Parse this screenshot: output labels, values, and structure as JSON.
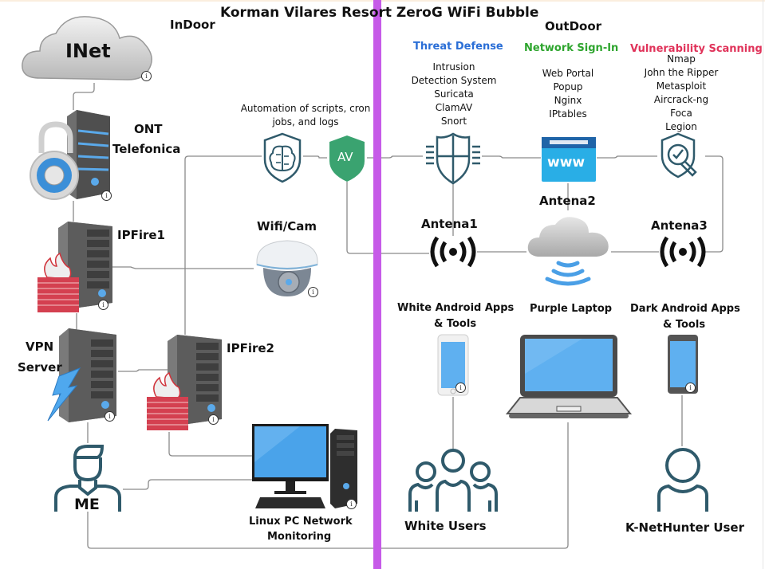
{
  "title": "Korman Vilares Resort ZeroG WiFi Bubble",
  "zones": {
    "indoor": "InDoor",
    "outdoor": "OutDoor"
  },
  "colors": {
    "divider": "#c65ae8",
    "threat_defense": "#2a6ed6",
    "network_signin": "#2ea52e",
    "vuln_scanning": "#e0335a",
    "icon_stroke": "#2f5a6b",
    "av_shield": "#3aa370",
    "www_box": "#29aee6",
    "wire": "#8a8a8a"
  },
  "indoor": {
    "inet": {
      "label": "INet",
      "icon": "cloud-icon"
    },
    "ont": {
      "label_line1": "ONT",
      "label_line2": "Telefonica",
      "icon": "server-lock-icon"
    },
    "ipfire1": {
      "label": "IPFire1",
      "icon": "server-firewall-icon"
    },
    "vpn": {
      "label_line1": "VPN",
      "label_line2": "Server",
      "icon": "server-lightning-icon"
    },
    "ipfire2": {
      "label": "IPFire2",
      "icon": "server-firewall-icon"
    },
    "automation": {
      "label": "Automation of scripts, cron jobs, and logs",
      "icon": "brain-shield-icon"
    },
    "av": {
      "label": "AV",
      "icon": "av-shield-icon"
    },
    "wificam": {
      "label": "Wifi/Cam",
      "icon": "dome-camera-icon"
    },
    "me": {
      "label": "ME",
      "icon": "user-icon"
    },
    "linux_pc": {
      "label_line1": "Linux PC Network",
      "label_line2": "Monitoring",
      "icon": "desktop-pc-icon"
    }
  },
  "outdoor": {
    "threat_defense": {
      "title": "Threat Defense",
      "items": [
        "Intrusion",
        "Detection System",
        "Suricata",
        "ClamAV",
        "Snort"
      ],
      "icon": "firewall-shield-icon"
    },
    "network_signin": {
      "title": "Network Sign-In",
      "items": [
        "Web Portal",
        "Popup",
        "Nginx",
        "IPtables"
      ],
      "icon": "www-browser-icon",
      "icon_text": "www"
    },
    "vuln_scanning": {
      "title": "Vulnerability Scanning",
      "items": [
        "Nmap",
        "John the Ripper",
        "Metasploit",
        "Aircrack-ng",
        "Foca",
        "Legion"
      ],
      "icon": "shield-search-icon"
    },
    "antena1": {
      "label": "Antena1",
      "icon": "broadcast-icon"
    },
    "antena2": {
      "label": "Antena2",
      "icon": "cloud-wifi-icon"
    },
    "antena3": {
      "label": "Antena3",
      "icon": "broadcast-icon"
    },
    "white_android": {
      "label_line1": "White Android Apps",
      "label_line2": "& Tools",
      "icon": "white-phone-icon"
    },
    "purple_laptop": {
      "label": "Purple Laptop",
      "icon": "laptop-icon"
    },
    "dark_android": {
      "label_line1": "Dark Android Apps",
      "label_line2": "& Tools",
      "icon": "dark-phone-icon"
    },
    "white_users": {
      "label": "White Users",
      "icon": "users-group-icon"
    },
    "knethunter": {
      "label": "K-NetHunter User",
      "icon": "user-icon"
    }
  },
  "info_glyph": "i"
}
